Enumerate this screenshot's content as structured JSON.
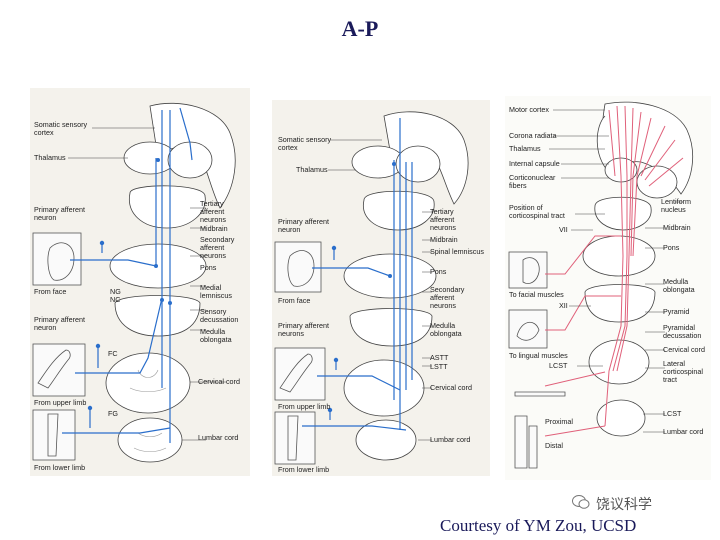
{
  "title": "A-P",
  "courtesy": "Courtesy of YM Zou, UCSD",
  "watermark": "饶议科学",
  "colors": {
    "pathway_a": "#2a6ecb",
    "pathway_b": "#2a6ecb",
    "pathway_c": "#e0607a",
    "title": "#1a1a5a"
  },
  "panel_a": {
    "labels": {
      "somatic": "Somatic sensory\ncortex",
      "thalamus": "Thalamus",
      "primary_face": "Primary afferent\nneuron",
      "from_face": "From face",
      "ng": "NG",
      "nc": "NC",
      "primary_limb": "Primary afferent\nneuron",
      "fc": "FC",
      "from_upper": "From upper limb",
      "fg": "FG",
      "from_lower": "From lower limb",
      "tertiary": "Tertiary\nafferent\nneurons",
      "midbrain": "Midbrain",
      "secondary": "Secondary\nafferent\nneurons",
      "pons": "Pons",
      "medial_lemniscus": "Medial\nlemniscus",
      "sensory_decussation": "Sensory\ndecussation",
      "medulla": "Medulla\noblongata",
      "cervical": "Cervical cord",
      "lumbar": "Lumbar cord"
    }
  },
  "panel_b": {
    "labels": {
      "somatic": "Somatic sensory\ncortex",
      "thalamus": "Thalamus",
      "primary_face": "Primary afferent\nneuron",
      "from_face": "From face",
      "primary_limb": "Primary afferent\nneurons",
      "from_upper": "From upper limb",
      "from_lower": "From lower limb",
      "tertiary": "Tertiary\nafferent\nneurons",
      "midbrain": "Midbrain",
      "spinal_lemniscus": "Spinal lemniscus",
      "pons": "Pons",
      "secondary": "Secondary\nafferent\nneurons",
      "medulla": "Medulla\noblongata",
      "astt": "ASTT",
      "lstt": "LSTT",
      "cervical": "Cervical cord",
      "lumbar": "Lumbar cord"
    }
  },
  "panel_c": {
    "labels": {
      "motor": "Motor cortex",
      "corona": "Corona radiata",
      "thalamus": "Thalamus",
      "internal": "Internal capsule",
      "corticonuclear": "Corticonuclear\nfibers",
      "position": "Position of\ncorticospinal tract",
      "vii": "VII",
      "facial": "To facial muscles",
      "xii": "XII",
      "lingual": "To lingual muscles",
      "lcst_l": "LCST",
      "proximal": "Proximal",
      "distal": "Distal",
      "lentiform": "Lentiform\nnucleus",
      "midbrain": "Midbrain",
      "pons": "Pons",
      "medulla": "Medulla\noblongata",
      "pyramid": "Pyramid",
      "pyr_dec": "Pyramidal\ndecussation",
      "cervical": "Cervical cord",
      "lateral_cst": "Lateral\ncorticospinal\ntract",
      "lcst_r": "LCST",
      "lumbar": "Lumbar cord"
    }
  }
}
